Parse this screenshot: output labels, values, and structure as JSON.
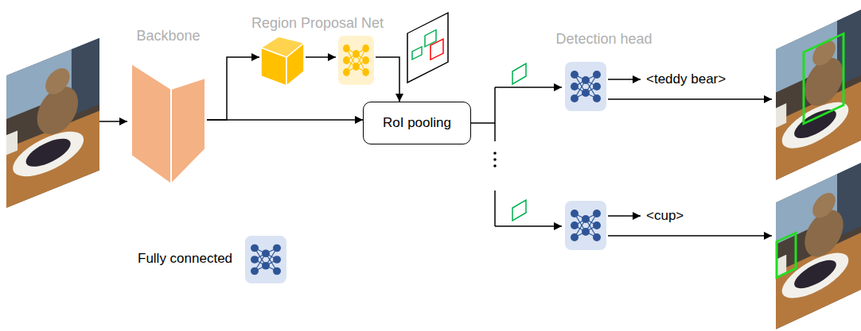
{
  "diagram": {
    "nodes": [
      {
        "text": [
          "Backbone"
        ]
      },
      {
        "text": [
          "Region Proposal Net"
        ]
      },
      {
        "text": [
          "RoI pooling"
        ]
      }
    ],
    "edges": [
      {
        "from": 0,
        "to": 1,
        "arrow": "to"
      },
      {
        "from": 0,
        "to": 2,
        "arrow": "to"
      },
      {
        "from": 1,
        "to": 2,
        "arrow": "to"
      }
    ],
    "labels": [
      "Detection head",
      "<teddy bear>",
      "<cup>"
    ],
    "legend": [
      {
        "text": "Fully connected"
      }
    ]
  }
}
